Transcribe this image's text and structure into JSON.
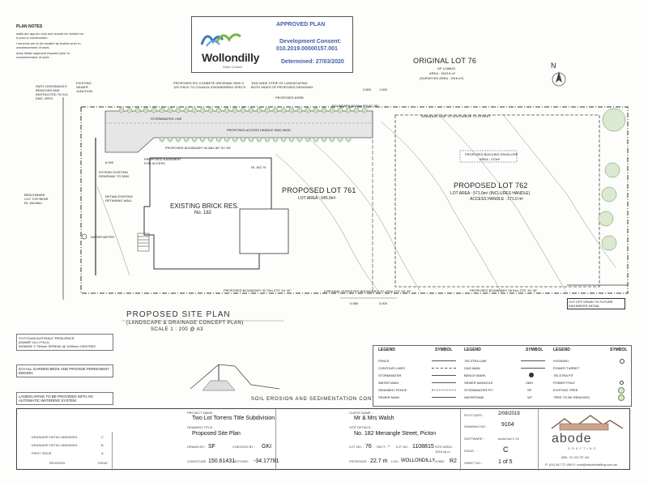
{
  "notes": {
    "title": "PLAN NOTES",
    "lines": [
      "walls are approx only and should be verified on",
      "e prior to construction.",
      "l services are to be located by builder prior to",
      "ommencement of work.",
      "dney Water approval required prior to",
      "ommencement of work."
    ]
  },
  "stamp": {
    "approved": "APPROVED PLAN",
    "brand": "Wollondilly",
    "brand_sub": "Shire Council",
    "consent_label": "Development Consent:",
    "consent_no": "010.2019.00000157.001",
    "determined": "Determined: 27/03/2020"
  },
  "lots": {
    "original": "ORIGINAL LOT 76",
    "original_dp": "DP 1108815",
    "original_area": "AREA : 1523.9 m²",
    "original_surveyed": "(SURVEYED AREA : 1516 m²)",
    "lot761": "PROPOSED LOT 761",
    "lot761_area": "LOT AREA : 645.0m²",
    "lot762": "PROPOSED LOT 762",
    "lot762_area": "LOT AREA : 571.0m² (INCLUDES HANDLE)",
    "lot762_handle": "ACCESS HANDLE : 171.0 m²",
    "envelope": "PROPOSED BUILDING ENVELOPE",
    "envelope_area": "AREA : 470m²",
    "house": "EXISTING BRICK RES.",
    "house_no": "No. 182",
    "north": "N"
  },
  "labels": {
    "driveway": "PROPOSED R/C CONRETE DRIVEWAY 5000 X 125 THICK TO COUNCIL ENGINEERING SPECS",
    "strip": "1000 WIDE STRIP OF LANDSCAPING BOTH SIDES OF PROPOSED DRIVEWAY",
    "kerb": "PROPOSED KERB",
    "boundary_top": "BOUNDARY 66.89m 89° 51' 55\"",
    "stormwater": "STORMWATER LINE",
    "handle": "PROPOSED ACCESS HANDLE 5000 WIDE",
    "drainage": "DRAINAGE LINE TO DISCHARGE TO STREET",
    "prop_boundary": "PROPOSED BOUNDARY 35.36m 89° 51' 55\"",
    "easement": "PROPOSED EASEMENT FOR ACCESS",
    "extend_driveway": "EXTEND EXISTING DRIVEWAY TO 5000",
    "retain_wall": "RETAIN EXISTING RETAINING WALL",
    "water_meter": "WATER METER",
    "sewer_junction": "EXISTING SEWER JUNCTION",
    "path_crossings": "PATH CROSSINGS E REMOVED AND INSTRUCTED TO ILS. ENG. SPEC",
    "benchmark": "BENCHMARK CUT TOP BEDR RL 158.66m",
    "rl": "RL 162.70",
    "bottom_boundary_left": "PROPOSED BOUNDARY 30.75m 270° 34' 40\"",
    "bottom_boundary_mid": "(ORIGINAL SURVEYED BOUNDARY) 57.125m 270° 34' 40\"",
    "bottom_boundary_right": "PROPOSED BOUNDARY 38.51m 270° 34' 40\"",
    "dim_0585": "0.585",
    "dim_3000": "3.000",
    "dim_2800": "2.800",
    "dim_1000": "1.000",
    "dim_6000": "6.000",
    "cut_off": "CUT OFF DRAIN TO FUTURE ENGINEERS DETAIL",
    "site_title": "PROPOSED SITE PLAN",
    "site_sub": "(LANDSCAPE & DRAINAGE CONCEPT PLAN)",
    "scale": "SCALE 1 : 200 @ A3",
    "syzygium": "SYZYGIUM AUSTRALE 'RESILIENCE'",
    "syzygium2": "(DWARF LILLI PILLI)",
    "syzygium3": "900WIDE X 750mm SPREAD @ 1000mm CENTRES",
    "garden_beds": "ICH ALL GARDEN BEDS AND PROVIDE PERMANENT EDGING",
    "auto_water": "LANDSCAPING TO BE PROVIDED WITH AN AUTOMATIC WATERING SYSTEM",
    "erosion": "SOIL EROSION AND SEDIMENTATION CONTROL"
  },
  "legend": {
    "head_legend": "LEGEND",
    "head_symbol": "SYMBOL",
    "col1": [
      "FENCE",
      "CONTOUR LINES",
      "STORMWATER",
      "WATER MAIN",
      "SEDIMENT FENCE",
      "SEWER MAIN"
    ],
    "col2": [
      "TELSTRA LINE",
      "GAS MAIN",
      "BENCH MARK",
      "SEWER MANHOLE",
      "STORMWATER PIT",
      "WATERTANK"
    ],
    "col3": [
      "HYDRANT",
      "POWER TURRET",
      "TELSTRA PIT",
      "POWER POLE",
      "EXISTING TREE",
      "TREE TO BE REMOVED"
    ],
    "symbols": [
      "SMH",
      "SP",
      "WT"
    ]
  },
  "titleblock": {
    "project_label": "PROJECT NAME :",
    "project": "Two Lot Torrens Title Subdivision",
    "drawing_title_label": "DRAWING TITLE :",
    "drawing_title": "Proposed Site Plan",
    "drawn_by_label": "DRAWN BY :",
    "drawn_by": "SF",
    "checked_by_label": "CHECKED BY :",
    "checked_by": "GKI",
    "longitude_label": "LONGITUDE:",
    "longitude": "150.61431",
    "latitude_label": "LATITUDE:",
    "latitude": "-34.17781",
    "client_label": "CLIENT NAME :",
    "client": "Mr & Mrs Walsh",
    "site_details_label": "SITE DETAILS :",
    "site_details": "No. 182 Menangle Street, Picton",
    "lot_label": "LOT NO. :",
    "lot": "76",
    "sect_label": "SECT :",
    "sect": "-",
    "dp_label": "D.P. NO :",
    "dp": "1108815",
    "site_area_label": "SITE AREA :",
    "site_area": "1516 sq m",
    "frontage_label": "FRONTAGE :",
    "frontage": "22.7 m",
    "lga_label": "LGA :",
    "lga": "WOLLONDILLY",
    "zone_label": "ZONE :",
    "zone": "R2",
    "plot_date_label": "PLOT DATE :",
    "plot_date": "2/08/2019",
    "drawing_no_label": "DRAWING NO :",
    "drawing_no": "9104",
    "software_label": "SOFTWARE :",
    "software": "ArchiCad V 22",
    "issue_label": "ISSUE :",
    "issue": "C",
    "sheet_label": "SHEET NO :",
    "sheet": "1 of 5",
    "revisions": [
      {
        "desc": "DRAINAGE DETAIL AMENDED",
        "issue": "C"
      },
      {
        "desc": "DRAINAGE DETAIL AMENDED",
        "issue": "B"
      },
      {
        "desc": "FIRST ISSUE",
        "issue": "A"
      }
    ],
    "revision_col": "REVISION",
    "issue_col": "ISSUE",
    "firm": "abode",
    "firm_sub": "DRAFTING",
    "firm_abn": "ABN : 31 103 757 444",
    "firm_contact": "P: (02) 46 772 459  E: mail@abodedrafting.com.au"
  }
}
